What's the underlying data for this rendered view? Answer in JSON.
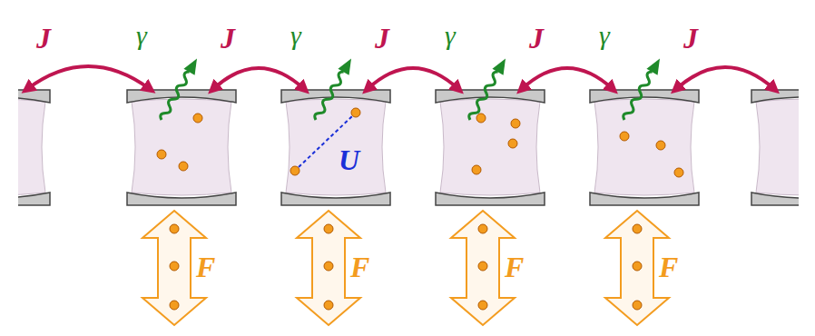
{
  "diagram": {
    "labels": [
      "J",
      "γ",
      "J",
      "γ",
      "J",
      "γ",
      "J",
      "γ",
      "J",
      "U",
      "F",
      "F",
      "F",
      "F"
    ]
  }
}
